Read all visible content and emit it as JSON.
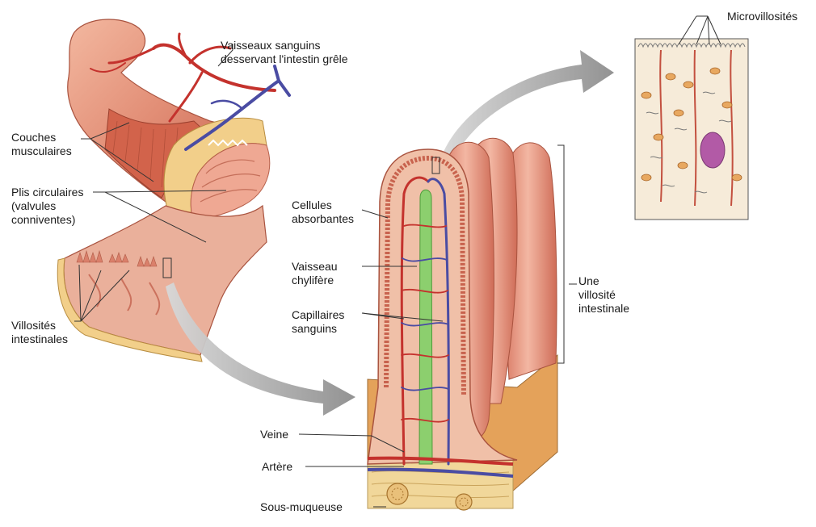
{
  "labels": {
    "vaisseaux": "Vaisseaux sanguins\ndesservant l'intestin grêle",
    "couches": "Couches\nmusculaires",
    "plis": "Plis circulaires\n(valvules\nconniventes)",
    "villosites": "Villosités\nintestinales",
    "microvillosites": "Microvillosités",
    "cellules": "Cellules\nabsorbantes",
    "vaisseau_chylifere": "Vaisseau\nchylifère",
    "capillaires": "Capillaires\nsanguins",
    "une_villosite": "Une\nvillosité\nintestinale",
    "veine": "Veine",
    "artere": "Artère",
    "sous_muqueuse": "Sous-muqueuse"
  },
  "colors": {
    "tissue": "#e3907a",
    "tissue_dark": "#c4614c",
    "muscle": "#d4664f",
    "submucosa": "#f1d79a",
    "artery": "#c4322d",
    "vein": "#4a4ca3",
    "lacteal": "#8ccf6e",
    "cell_bg": "#f6ebd9",
    "nucleus": "#b25aa6",
    "arrow": "#9d9d9d"
  }
}
